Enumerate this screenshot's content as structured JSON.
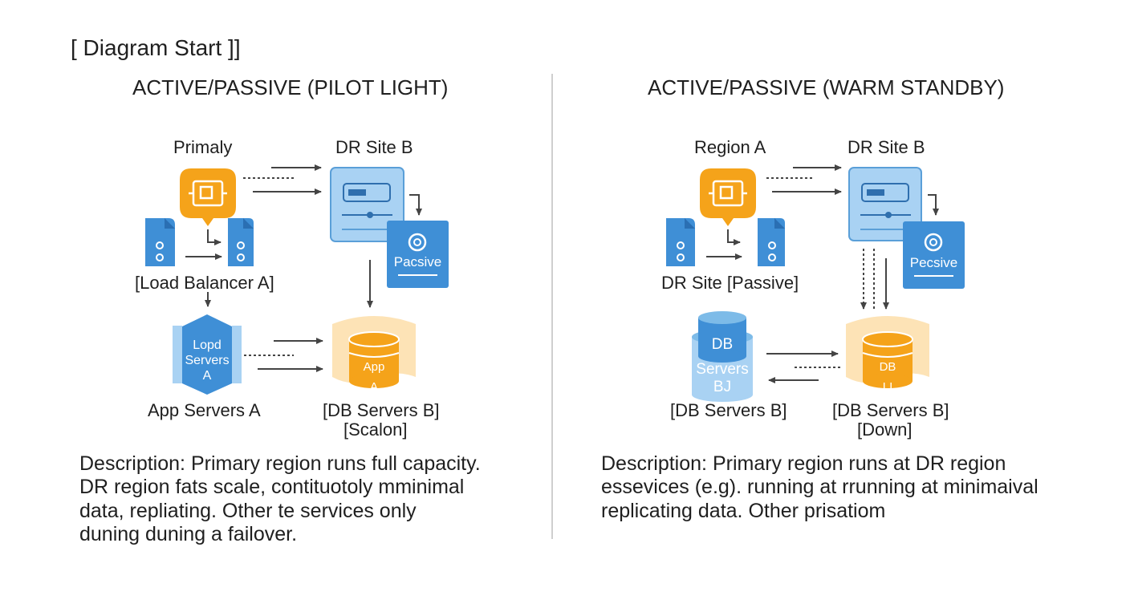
{
  "header": {
    "start_marker": "[ Diagram Start ]]"
  },
  "panels": [
    {
      "title": "ACTIVE/PASSIVE (PILOT LIGHT)",
      "labels": {
        "primary": "Primaly",
        "dr_site": "DR Site B",
        "lb": "[Load Balancer A]",
        "app_servers": "App Servers A",
        "db_line1": "[DB Servers B]",
        "db_line2": "[Scalon]"
      },
      "icons": {
        "passive": "Pacsive",
        "server_line1": "Lopd",
        "server_line2": "Servers",
        "server_line3": "A",
        "db_line1": "App",
        "db_line2": "A"
      },
      "description": [
        "Description: Primary region runs full capacity.",
        "DR region fats scale, contituotoly mminimal",
        "data, repliating. Other te services only",
        "duning duning a failover."
      ]
    },
    {
      "title": "ACTIVE/PASSIVE (WARM STANDBY)",
      "labels": {
        "primary": "Region A",
        "dr_site": "DR Site B",
        "lb": "DR Site [Passive]",
        "left_db": "[DB Servers B]",
        "db_line1": "[DB Servers B]",
        "db_line2": "[Down]"
      },
      "icons": {
        "passive": "Pecsive",
        "left_db_line1": "DB",
        "left_db_line2": "Servers",
        "left_db_line3": "BJ",
        "db_line1": "DB",
        "db_line2": "LI"
      },
      "description": [
        "Description: Primary region runs at DR region",
        "essevices (e.g). running at rrunning at minimaival",
        "replicating data. Other prisatiom"
      ]
    }
  ],
  "colors": {
    "orange": "#f5a31a",
    "blue": "#3f8fd6",
    "light_blue": "#a9d2f3",
    "peach": "#fde3b6",
    "arrow": "#444444"
  }
}
